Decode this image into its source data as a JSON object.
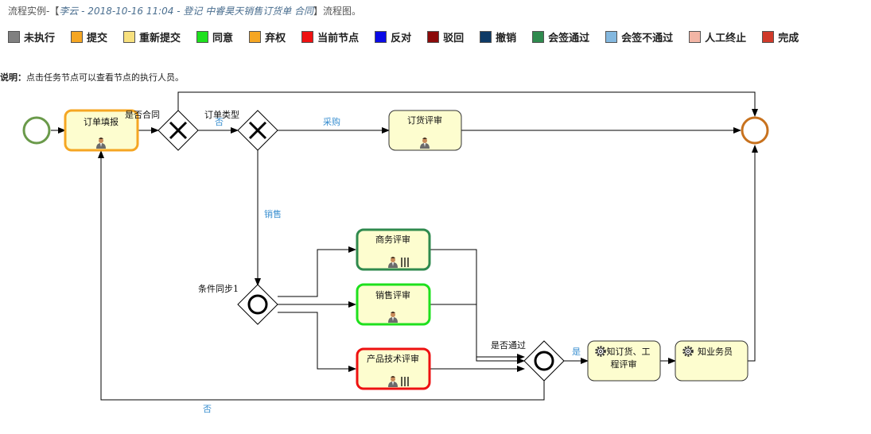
{
  "header": {
    "prefix": "流程实例-【",
    "instance": "李云 - 2018-10-16 11:04 - 登记 中睿昊天销售订货单 合同",
    "suffix": "】流程图。"
  },
  "legend": [
    {
      "label": "未执行",
      "color": "#808080"
    },
    {
      "label": "提交",
      "color": "#f5a623"
    },
    {
      "label": "重新提交",
      "color": "#f7e07e"
    },
    {
      "label": "同意",
      "color": "#1ee01e"
    },
    {
      "label": "弃权",
      "color": "#f5a623"
    },
    {
      "label": "当前节点",
      "color": "#ee1111"
    },
    {
      "label": "反对",
      "color": "#0a0ae6"
    },
    {
      "label": "驳回",
      "color": "#8b0a0a"
    },
    {
      "label": "撤销",
      "color": "#0d3a66"
    },
    {
      "label": "会签通过",
      "color": "#2f8a4e"
    },
    {
      "label": "会签不通过",
      "color": "#84b8df"
    },
    {
      "label": "人工终止",
      "color": "#f2b5a5"
    },
    {
      "label": "完成",
      "color": "#cf3a2a"
    }
  ],
  "note": {
    "bold": "说明：",
    "text": "点击任务节点可以查看节点的执行人员。"
  },
  "nodes": {
    "order_fill": "订单填报",
    "order_review": "订货评审",
    "business_review": "商务评审",
    "sales_review": "销售评审",
    "tech_review": "产品技术评审",
    "eng_review_1": "知订货、工",
    "eng_review_2": "程评审",
    "notify_sales": "知业务员"
  },
  "gateways": {
    "is_contract": "是否合同",
    "order_type": "订单类型",
    "sync": "条件同步1",
    "passed": "是否通过"
  },
  "edges": {
    "no_top": "否",
    "purchase": "采购",
    "sales": "销售",
    "yes": "是",
    "no_bottom": "否"
  },
  "colors": {
    "task_fill": "#fdfdcf",
    "edge_label": "#3a8fd0",
    "start": "#6a9a4a",
    "end": "#c8721e",
    "submitted": "#f5a623",
    "agree": "#1ee01e",
    "current": "#ee1111",
    "countersign_pass": "#2f8a4e"
  }
}
